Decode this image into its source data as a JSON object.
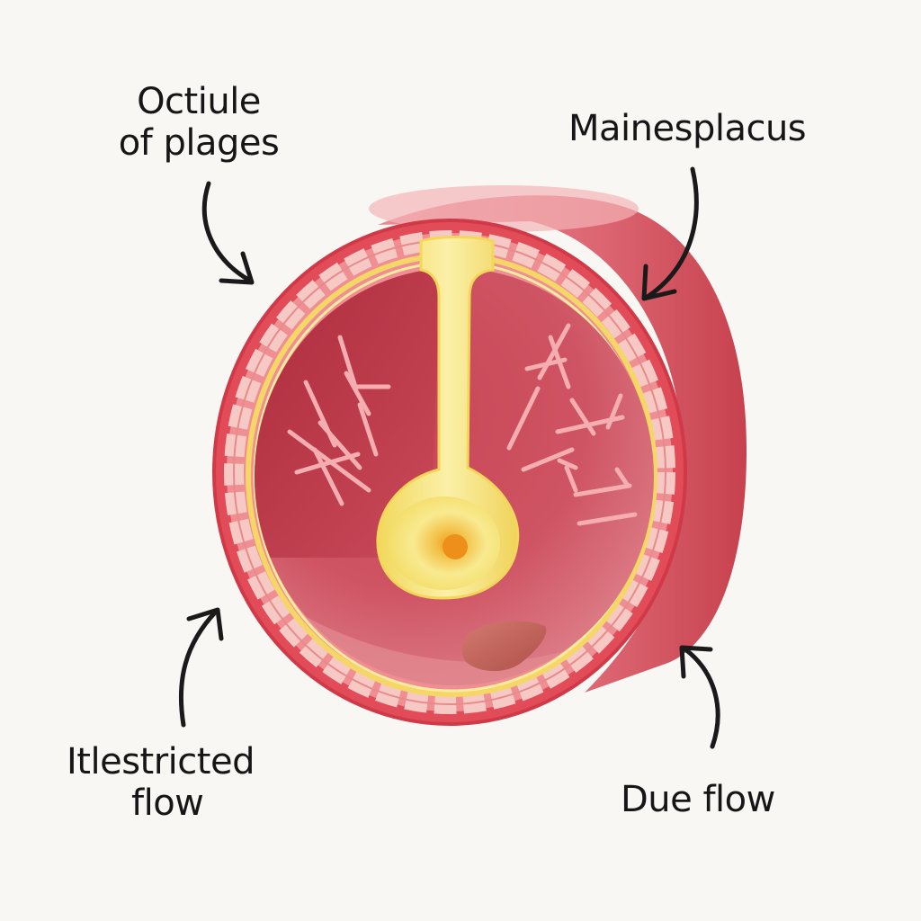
{
  "labels": {
    "top_left": {
      "line1": "Octiule",
      "line2": "of plages"
    },
    "top_right": "Mainesplacus",
    "bottom_left": {
      "line1": "Itlestricted",
      "line2": "flow"
    },
    "bottom_right": "Due flow"
  },
  "colors": {
    "background": "#f9f7f4",
    "outer_wall": "#e8505b",
    "wall_side": "#d9707a",
    "lumen": "#c03a4a",
    "plaque_band": "#f6e27a",
    "yellow_core": "#f7e98a",
    "core_center": "#f0a020",
    "clot": "#c0605a",
    "fibers": "#f4b0b0",
    "arrow": "#1a1a1a"
  }
}
